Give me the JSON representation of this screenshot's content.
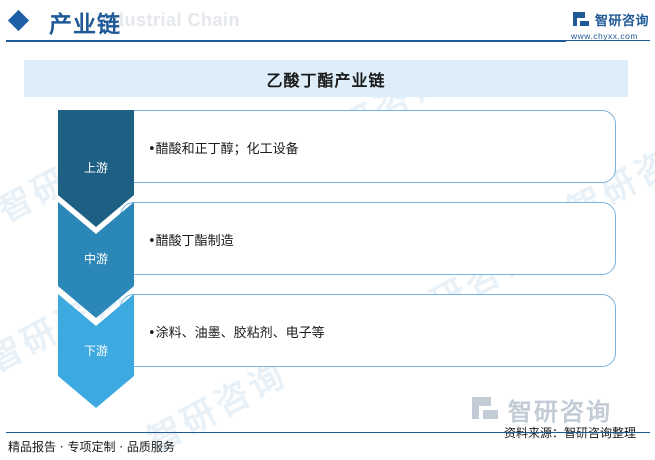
{
  "header": {
    "title": "产业链",
    "ghost_text": "Industrial Chain",
    "brand_name": "智研咨询",
    "brand_url": "www.chyxx.com"
  },
  "banner": {
    "title": "乙酸丁酯产业链"
  },
  "chain": {
    "stages": [
      {
        "label": "上游",
        "content": "•醋酸和正丁醇；化工设备",
        "color": "#1e5f84"
      },
      {
        "label": "中游",
        "content": "•醋酸丁酯制造",
        "color": "#2a87b8"
      },
      {
        "label": "下游",
        "content": "•涂料、油墨、胶粘剂、电子等",
        "color": "#3ca9e0"
      }
    ]
  },
  "watermark": {
    "text": "智研咨询"
  },
  "footer": {
    "left": "精品报告 · 专项定制 · 品质服务",
    "right": "资料来源：智研咨询整理",
    "bottom_brand": "智研咨询"
  }
}
